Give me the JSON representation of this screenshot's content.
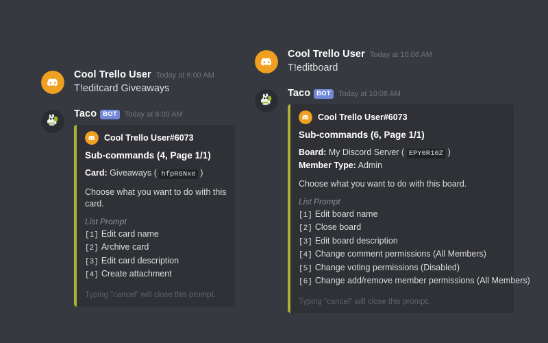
{
  "theme": {
    "app_background": "#36393f",
    "embed_background": "#2f3136",
    "embed_accent": "#adb232",
    "bot_tag_background": "#7289da",
    "avatar_discord_orange": "#f0a020",
    "text_primary": "#dcddde",
    "text_muted": "#72767d",
    "text_footer": "#5d6269"
  },
  "left_conversation": {
    "user_message": {
      "avatar_icon": "discord-logo-icon",
      "author": "Cool Trello User",
      "timestamp": "Today at 6:00 AM",
      "content": "T!editcard Giveaways"
    },
    "bot_message": {
      "avatar_icon": "taco-bot-icon",
      "author": "Taco",
      "bot_badge": "BOT",
      "timestamp": "Today at 6:00 AM",
      "embed": {
        "author_icon": "discord-logo-icon",
        "author_name": "Cool Trello User#6073",
        "title": "Sub-commands (4, Page 1/1)",
        "fields": [
          {
            "name": "Card:",
            "value": "Giveaways",
            "code": "hfpR6Nxe"
          }
        ],
        "description": "Choose what you want to do with this card.",
        "list_label": "List Prompt",
        "options": [
          {
            "index": "[1]",
            "label": "Edit card name"
          },
          {
            "index": "[2]",
            "label": "Archive card"
          },
          {
            "index": "[3]",
            "label": "Edit card description"
          },
          {
            "index": "[4]",
            "label": "Create attachment"
          }
        ],
        "footer": "Typing \"cancel\" will close this prompt."
      }
    }
  },
  "right_conversation": {
    "user_message": {
      "avatar_icon": "discord-logo-icon",
      "author": "Cool Trello User",
      "timestamp": "Today at 10:06 AM",
      "content": "T!editboard"
    },
    "bot_message": {
      "avatar_icon": "taco-bot-icon",
      "author": "Taco",
      "bot_badge": "BOT",
      "timestamp": "Today at 10:06 AM",
      "embed": {
        "author_icon": "discord-logo-icon",
        "author_name": "Cool Trello User#6073",
        "title": "Sub-commands (6, Page 1/1)",
        "fields": [
          {
            "name": "Board:",
            "value": "My Discord Server",
            "code": "EPY0R10Z"
          },
          {
            "name": "Member Type:",
            "value": "Admin",
            "code": ""
          }
        ],
        "description": "Choose what you want to do with this board.",
        "list_label": "List Prompt",
        "options": [
          {
            "index": "[1]",
            "label": "Edit board name"
          },
          {
            "index": "[2]",
            "label": "Close board"
          },
          {
            "index": "[3]",
            "label": "Edit board description"
          },
          {
            "index": "[4]",
            "label": "Change comment permissions (All Members)"
          },
          {
            "index": "[5]",
            "label": "Change voting permissions (Disabled)"
          },
          {
            "index": "[6]",
            "label": "Change add/remove member permissions (All Members)"
          }
        ],
        "footer": "Typing \"cancel\" will close this prompt."
      }
    }
  }
}
